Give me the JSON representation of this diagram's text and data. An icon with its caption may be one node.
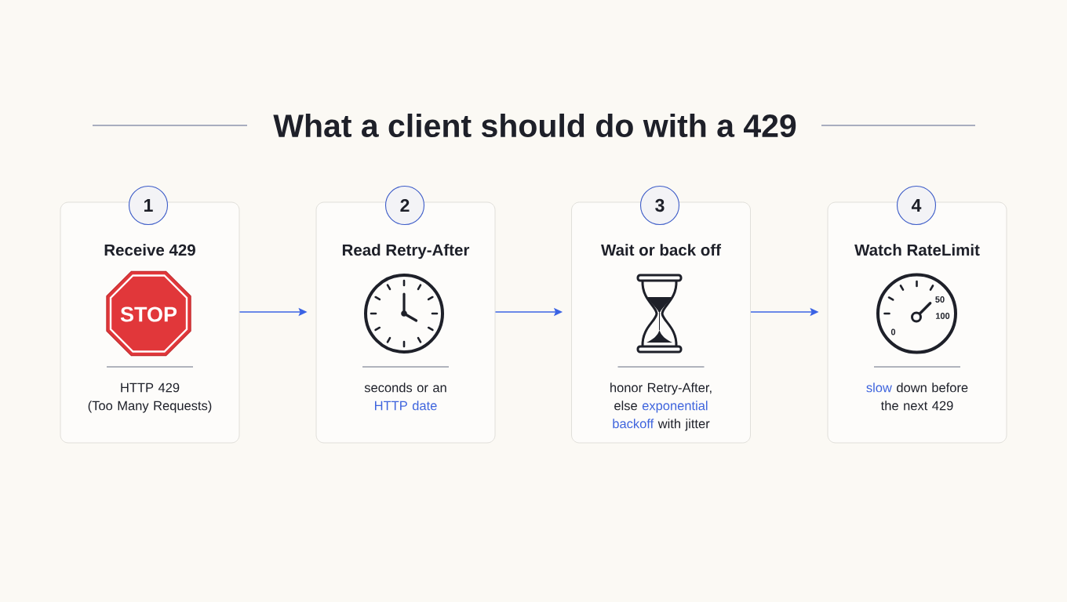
{
  "diagram": {
    "title": "What a client should do with a 429",
    "nodes": [
      {
        "text": [
          "1"
        ]
      },
      {
        "text": [
          "Receive 429",
          "HTTP 429 (Too Many Requests)"
        ]
      },
      {
        "text": [
          "2"
        ]
      },
      {
        "text": [
          "Read Retry-After",
          "seconds or an HTTP date"
        ]
      },
      {
        "text": [
          "3"
        ]
      },
      {
        "text": [
          "Wait or back off",
          "honor Retry-After, else exponential backoff with jitter"
        ]
      },
      {
        "text": [
          "4"
        ]
      },
      {
        "text": [
          "Watch RateLimit",
          "slow down before the next 429"
        ]
      }
    ],
    "edges": [
      {
        "from": 1,
        "to": 3,
        "arrow": "to"
      },
      {
        "from": 3,
        "to": 5,
        "arrow": "to"
      },
      {
        "from": 5,
        "to": 7,
        "arrow": "to"
      }
    ],
    "labels": [
      "STOP",
      "50",
      "100",
      "0"
    ]
  }
}
